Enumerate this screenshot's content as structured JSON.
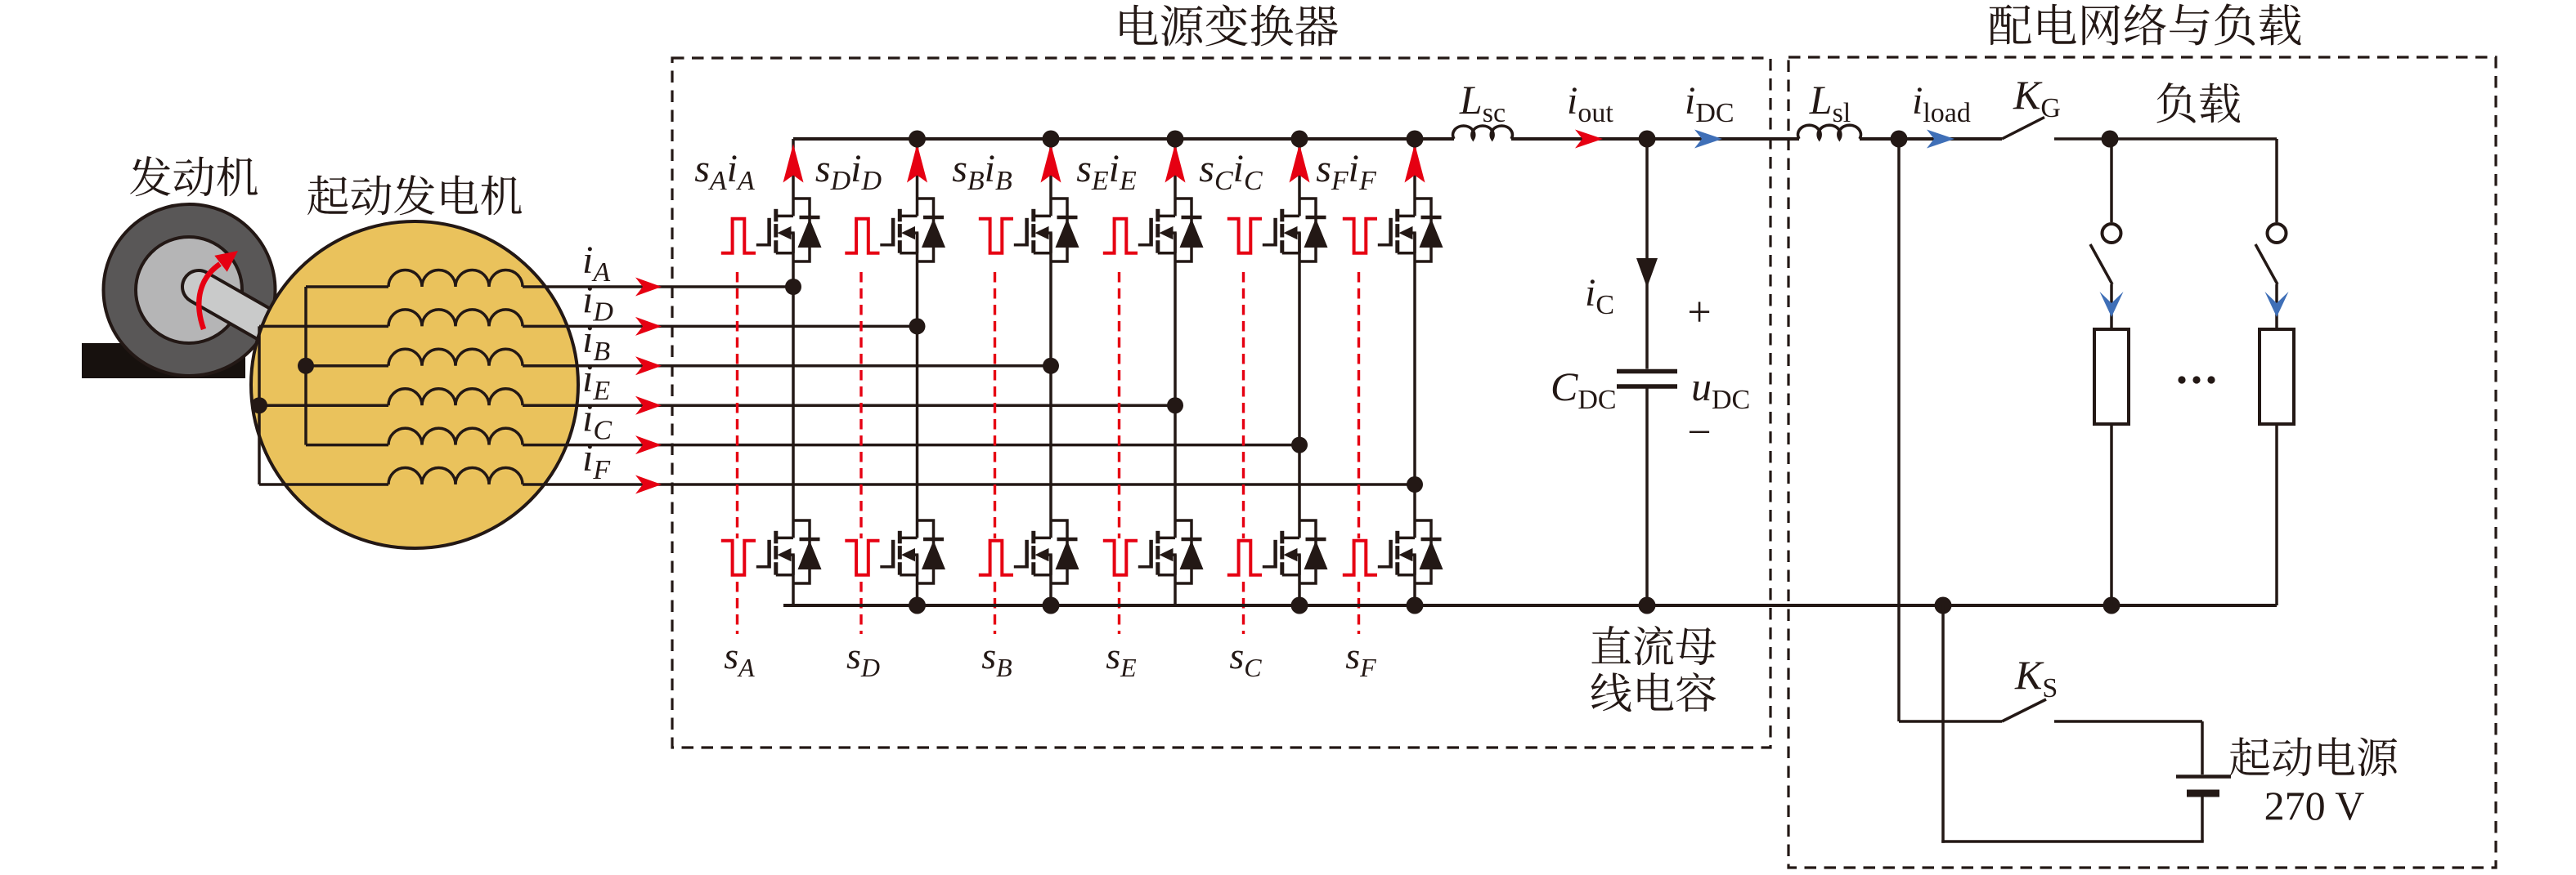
{
  "colors": {
    "line": "#231815",
    "red": "#e60012",
    "blue": "#3f6fb7",
    "generator_fill": "#eac25c",
    "flywheel_outer": "#595757",
    "flywheel_inner": "#b5b5b6",
    "shaft": "#c9caca",
    "base": "#17110e",
    "white": "#ffffff"
  },
  "engine": {
    "label": "发动机"
  },
  "generator": {
    "label": "起动发电机",
    "phases": [
      {
        "id": "A",
        "current_main": "i",
        "current_sub": "A"
      },
      {
        "id": "D",
        "current_main": "i",
        "current_sub": "D"
      },
      {
        "id": "B",
        "current_main": "i",
        "current_sub": "B"
      },
      {
        "id": "E",
        "current_main": "i",
        "current_sub": "E"
      },
      {
        "id": "C",
        "current_main": "i",
        "current_sub": "C"
      },
      {
        "id": "F",
        "current_main": "i",
        "current_sub": "F"
      }
    ]
  },
  "converter": {
    "title": "电源变换器",
    "legs": [
      {
        "id": "A",
        "s": "s",
        "s_sub": "A",
        "i": "i",
        "i_sub": "A",
        "top_pulse": "high",
        "bottom_pulse": "low",
        "gate_main": "s",
        "gate_sub": "A",
        "top_dot": false,
        "bottom_dot": false
      },
      {
        "id": "D",
        "s": "s",
        "s_sub": "D",
        "i": "i",
        "i_sub": "D",
        "top_pulse": "high",
        "bottom_pulse": "low",
        "gate_main": "s",
        "gate_sub": "D",
        "top_dot": true,
        "bottom_dot": true
      },
      {
        "id": "B",
        "s": "s",
        "s_sub": "B",
        "i": "i",
        "i_sub": "B",
        "top_pulse": "low",
        "bottom_pulse": "high",
        "gate_main": "s",
        "gate_sub": "B",
        "top_dot": true,
        "bottom_dot": true
      },
      {
        "id": "E",
        "s": "s",
        "s_sub": "E",
        "i": "i",
        "i_sub": "E",
        "top_pulse": "high",
        "bottom_pulse": "low",
        "gate_main": "s",
        "gate_sub": "E",
        "top_dot": true,
        "bottom_dot": false
      },
      {
        "id": "C",
        "s": "s",
        "s_sub": "C",
        "i": "i",
        "i_sub": "C",
        "top_pulse": "low",
        "bottom_pulse": "high",
        "gate_main": "s",
        "gate_sub": "C",
        "top_dot": true,
        "bottom_dot": true
      },
      {
        "id": "F",
        "s": "s",
        "s_sub": "F",
        "i": "i",
        "i_sub": "F",
        "top_pulse": "low",
        "bottom_pulse": "high",
        "gate_main": "s",
        "gate_sub": "F",
        "top_dot": true,
        "bottom_dot": true
      }
    ],
    "smoothing_inductor": {
      "main": "L",
      "sub": "sc"
    },
    "output_current": {
      "main": "i",
      "sub": "out"
    },
    "dc_current": {
      "main": "i",
      "sub": "DC"
    },
    "capacitor_current": {
      "main": "i",
      "sub": "C"
    },
    "capacitor_name": {
      "main": "C",
      "sub": "DC"
    },
    "dc_voltage": {
      "main": "u",
      "sub": "DC"
    },
    "plus": "+",
    "minus": "−",
    "capacitor_caption_line1": "直流母",
    "capacitor_caption_line2": "线电容"
  },
  "load_network": {
    "title": "配电网络与负载",
    "line_inductor": {
      "main": "L",
      "sub": "sl"
    },
    "load_current": {
      "main": "i",
      "sub": "load"
    },
    "generator_switch": {
      "main": "K",
      "sub": "G"
    },
    "loads_label": "负载",
    "ellipsis": "···",
    "start_switch": {
      "main": "K",
      "sub": "S"
    },
    "start_supply_label": "起动电源",
    "start_supply_voltage": "270 V"
  }
}
